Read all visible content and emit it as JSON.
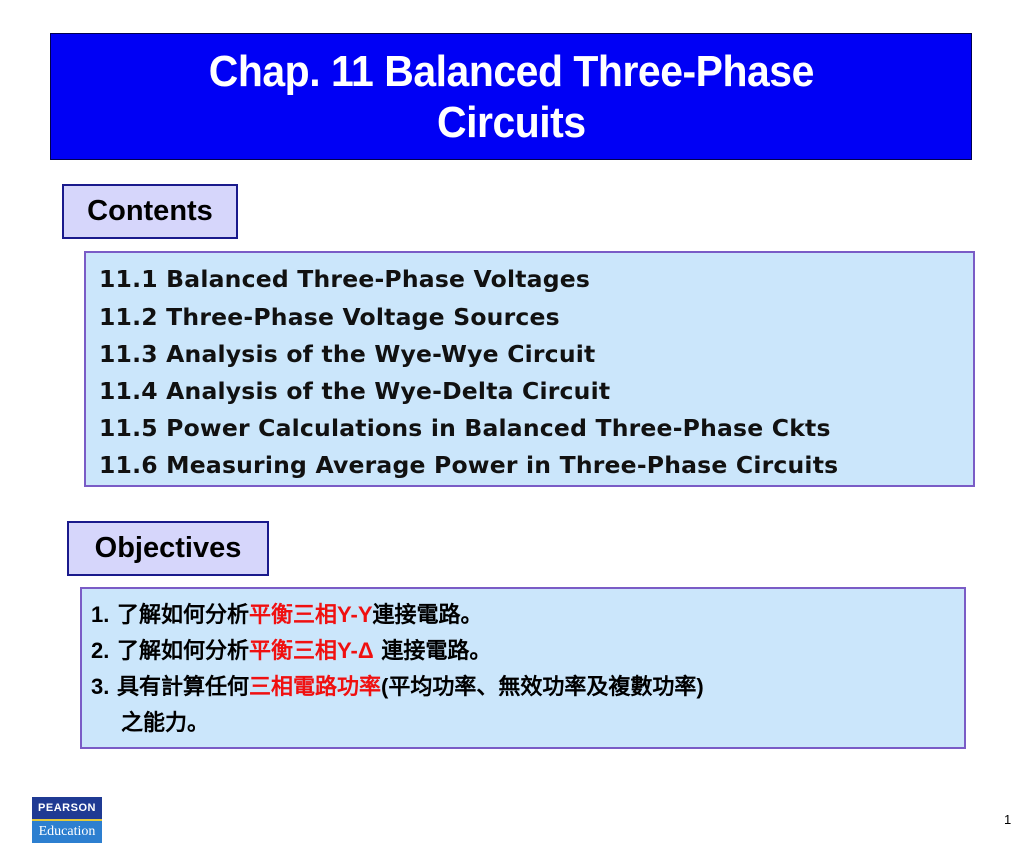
{
  "slide": {
    "title_line1": "Chap. 11  Balanced Three-Phase",
    "title_line2": "Circuits",
    "colors": {
      "title_bg": "#0000f5",
      "tag_bg": "#d6d6fb",
      "panel_bg": "#cbe6fb",
      "panel_border": "#7a5cc6",
      "highlight_red": "#f01010"
    }
  },
  "contents": {
    "label": "Contents",
    "items": [
      "11.1 Balanced Three-Phase Voltages",
      "11.2 Three-Phase Voltage Sources",
      "11.3 Analysis of the Wye-Wye Circuit",
      "11.4 Analysis of the Wye-Delta Circuit",
      "11.5 Power Calculations in Balanced Three-Phase Ckts",
      "11.6 Measuring Average Power in Three-Phase Circuits"
    ]
  },
  "objectives": {
    "label": "Objectives",
    "items": [
      {
        "num": "1.",
        "pre": " 了解如何分析",
        "red": "平衡三相",
        "sym": "Y-Y",
        "post": "連接電路。"
      },
      {
        "num": "2.",
        "pre": " 了解如何分析",
        "red": "平衡三相",
        "sym": "Y-Δ",
        "post": " 連接電路。"
      },
      {
        "num": "3.",
        "pre": " 具有計算任何",
        "red": "三相電路功率",
        "paren_open": "(",
        "post": "平均功率、無效功率及複數功率",
        "paren_close": ")",
        "continuation": "之能力。"
      }
    ]
  },
  "footer": {
    "logo_top": "PEARSON",
    "logo_bottom": "Education",
    "page_number": "1"
  }
}
